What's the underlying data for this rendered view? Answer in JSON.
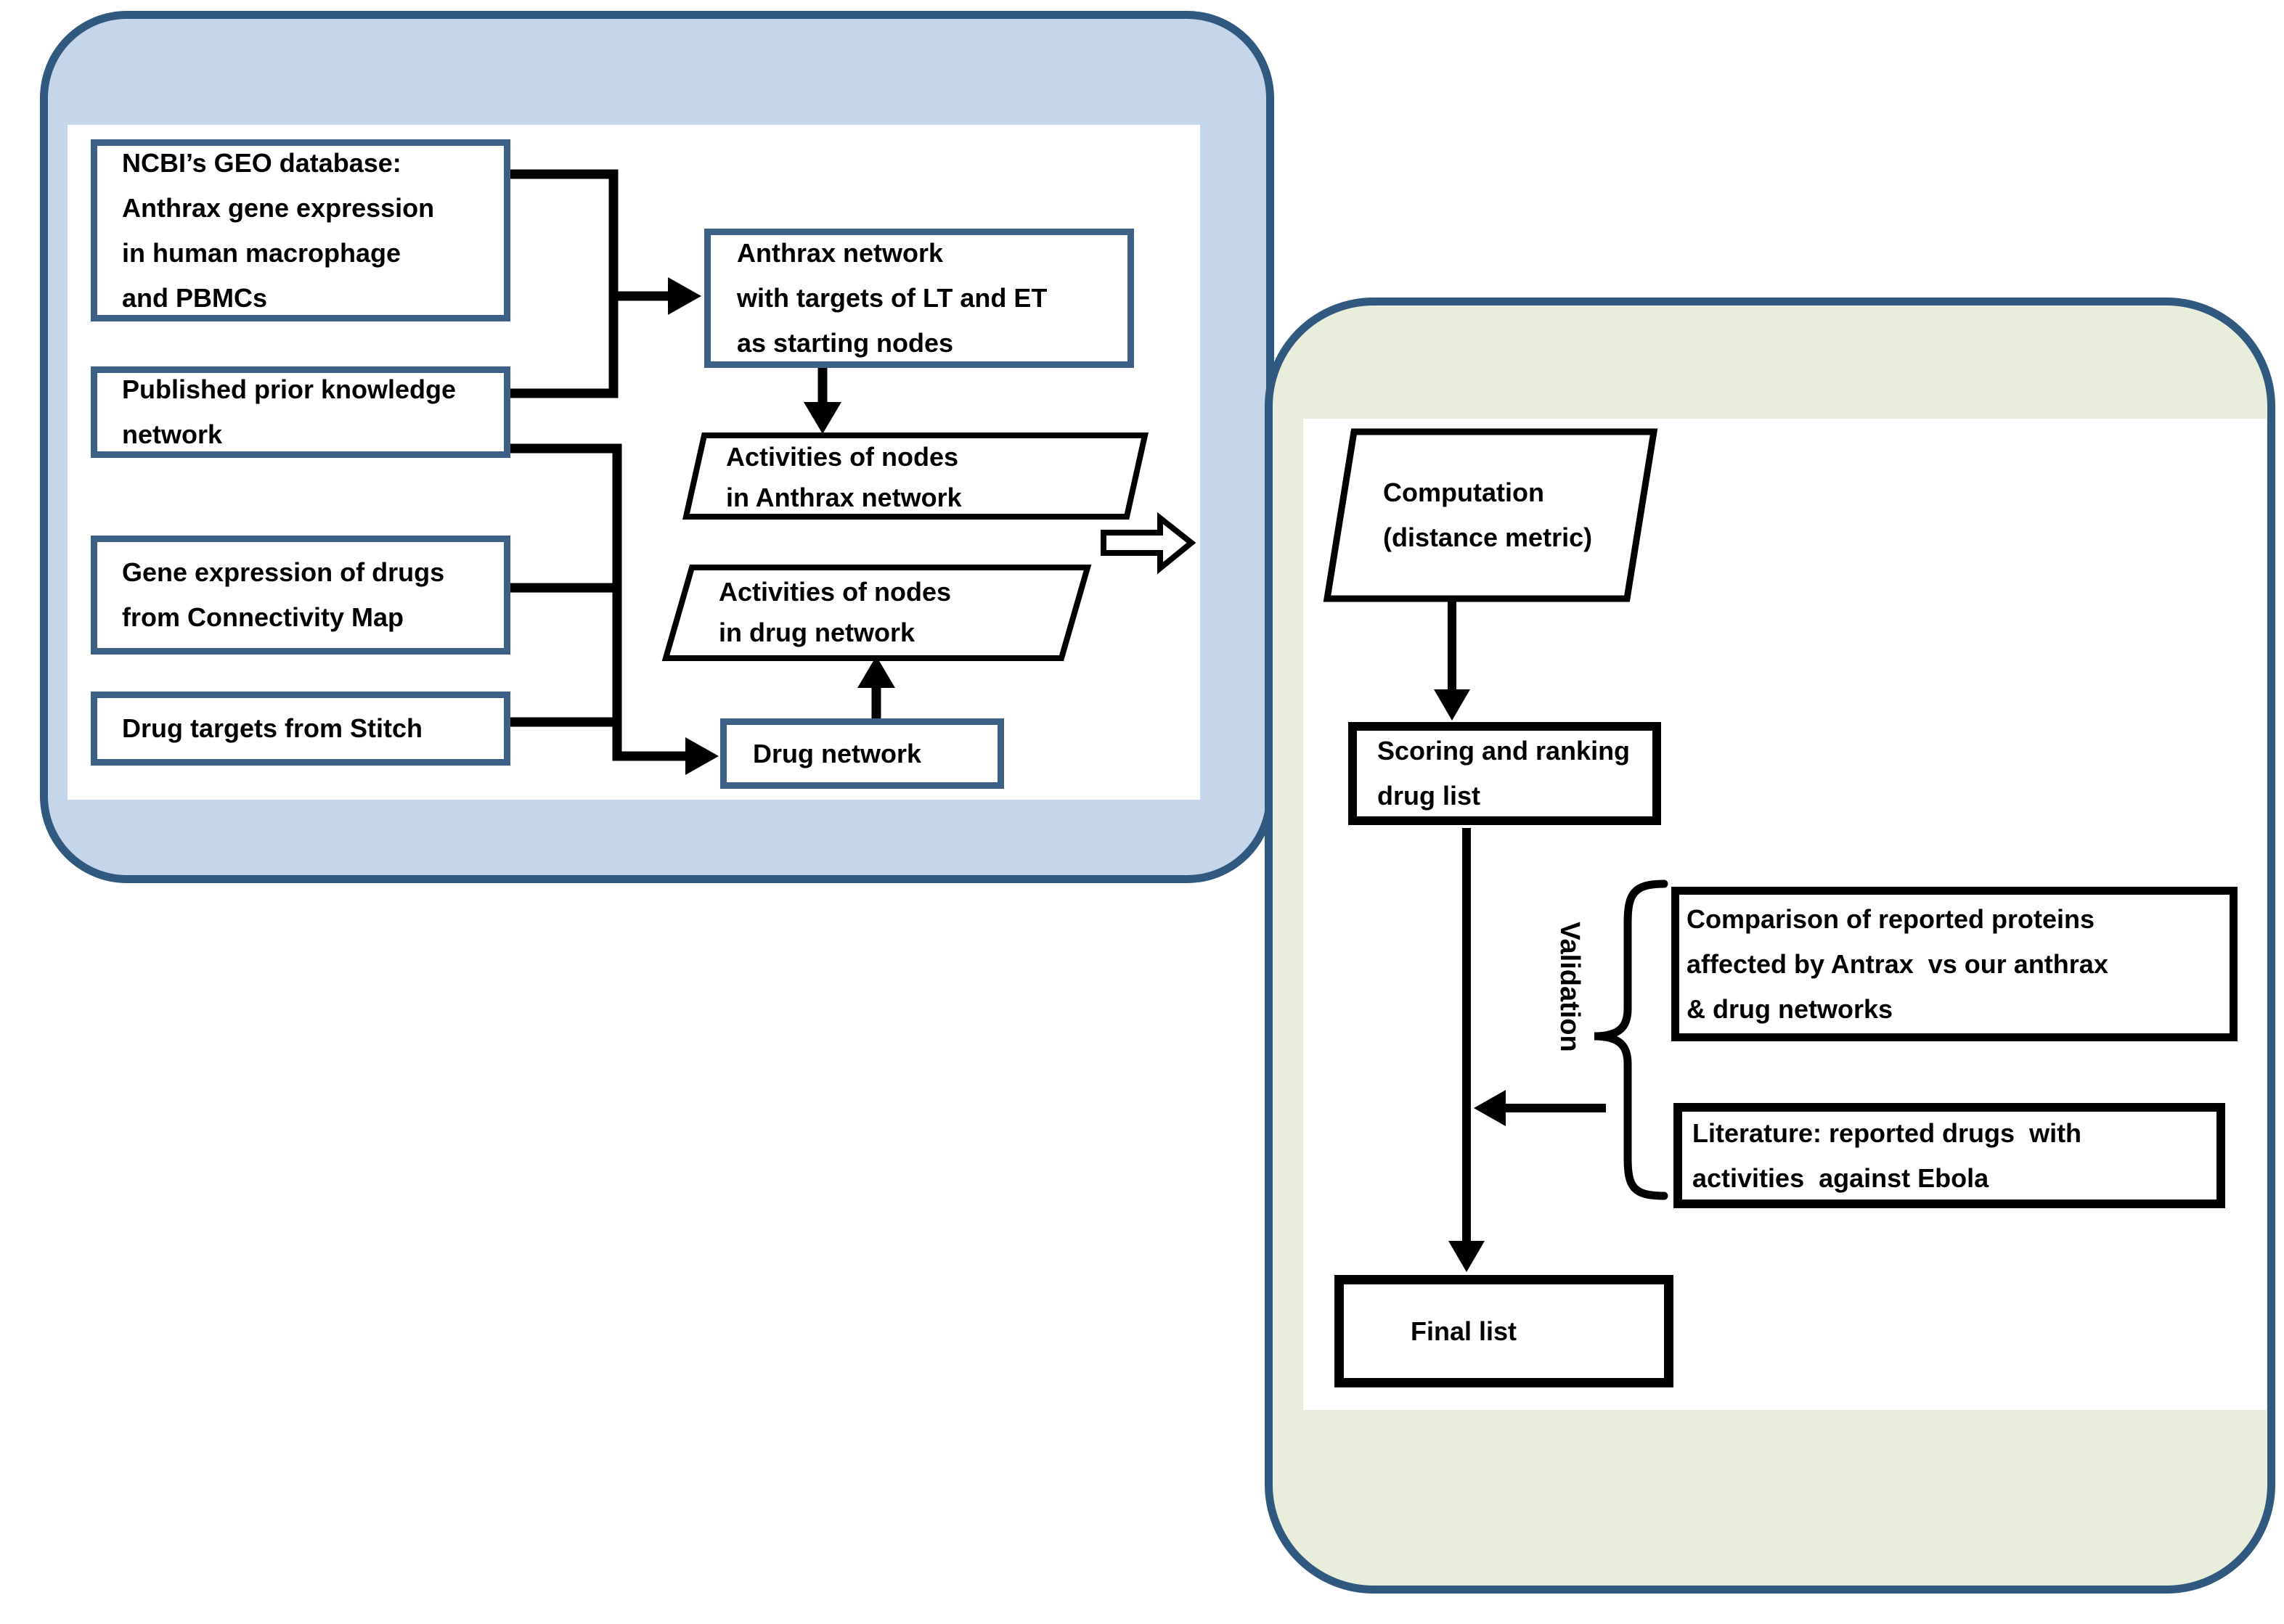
{
  "diagram_title": "Drug repurposing network analysis flowchart",
  "colors": {
    "left_panel_fill": "#c5d6eb",
    "right_panel_fill": "#e9eddc",
    "panel_border": "#31587e",
    "node_border_blue": "#3c6086",
    "node_border_black": "#000000",
    "connector": "#000000",
    "text": "#000000"
  },
  "left_panel": {
    "box_ncbi": {
      "lines": [
        "NCBI’s GEO database:",
        "Anthrax gene expression",
        "in human macrophage",
        "and PBMCs"
      ]
    },
    "box_published": {
      "lines": [
        "Published prior knowledge",
        "network"
      ]
    },
    "box_gene": {
      "lines": [
        "Gene expression of drugs",
        "from Connectivity Map"
      ]
    },
    "box_stitch": {
      "lines": [
        "Drug targets from Stitch"
      ]
    },
    "box_anthrax_network": {
      "lines": [
        "Anthrax network",
        "with targets of LT and ET",
        "as starting nodes"
      ]
    },
    "para_activities_anthrax": {
      "lines": [
        "Activities of nodes",
        "in Anthrax network"
      ]
    },
    "para_activities_drug": {
      "lines": [
        "Activities of nodes",
        "in drug network"
      ]
    },
    "box_drug_network": {
      "label": "Drug network"
    }
  },
  "right_panel": {
    "para_computation": {
      "lines": [
        "Computation",
        "(distance metric)"
      ]
    },
    "box_scoring": {
      "lines": [
        "Scoring and ranking",
        "drug list"
      ]
    },
    "validation_label": "Validation",
    "box_comparison": {
      "lines": [
        "Comparison of reported proteins",
        "affected by Antrax  vs our anthrax",
        "& drug networks"
      ]
    },
    "box_literature": {
      "lines": [
        "Literature: reported drugs  with",
        "activities  against Ebola"
      ]
    },
    "box_final": {
      "label": "Final list"
    }
  }
}
